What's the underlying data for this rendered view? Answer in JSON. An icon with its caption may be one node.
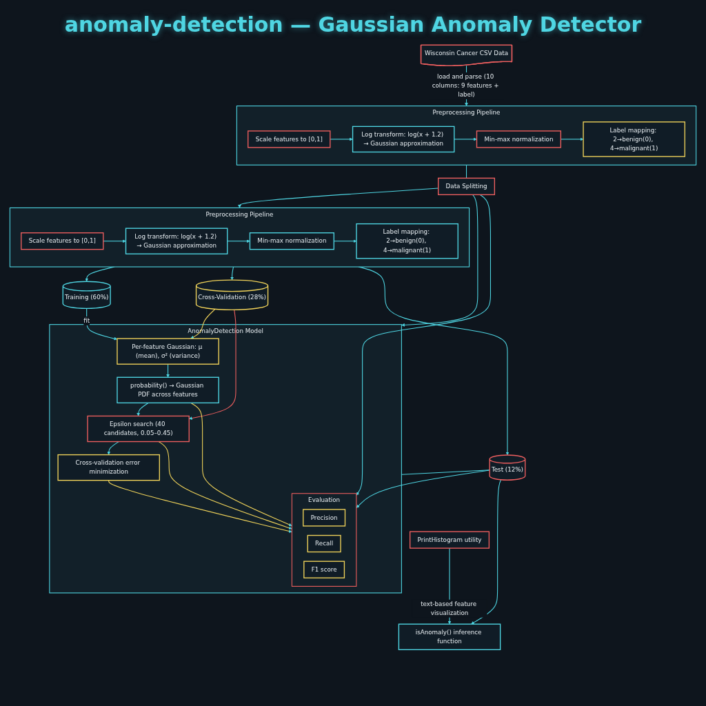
{
  "diagram": {
    "title": "anomaly-detection — Gaussian Anomaly Detector",
    "nodes": [
      {
        "text": [
          "Wisconsin Cancer CSV Data"
        ]
      },
      {
        "text": [
          "Preprocessing Pipeline"
        ]
      },
      {
        "text": [
          "Scale features to [0,1]"
        ],
        "in": 1
      },
      {
        "text": [
          "Log transform: log(x + 1.2) → Gaussian approximation"
        ],
        "in": 1
      },
      {
        "text": [
          "Min-max normalization"
        ],
        "in": 1
      },
      {
        "text": [
          "Label mapping: 2→benign(0), 4→malignant(1)"
        ],
        "in": 1
      },
      {
        "text": [
          "Data Splitting"
        ]
      },
      {
        "text": [
          "Preprocessing Pipeline"
        ]
      },
      {
        "text": [
          "Scale features to [0,1]"
        ],
        "in": 7
      },
      {
        "text": [
          "Log transform: log(x + 1.2) → Gaussian approximation"
        ],
        "in": 7
      },
      {
        "text": [
          "Min-max normalization"
        ],
        "in": 7
      },
      {
        "text": [
          "Label mapping: 2→benign(0), 4→malignant(1)"
        ],
        "in": 7
      },
      {
        "text": [
          "Training (60%)"
        ]
      },
      {
        "text": [
          "Cross-Validation (28%)"
        ]
      },
      {
        "text": [
          "Test (12%)"
        ]
      },
      {
        "text": [
          "AnomalyDetection Model"
        ]
      },
      {
        "text": [
          "Per-feature Gaussian: μ (mean), σ² (variance)"
        ],
        "in": 15
      },
      {
        "text": [
          "probability() → Gaussian PDF across features"
        ],
        "in": 15
      },
      {
        "text": [
          "Epsilon search (40 candidates, 0.05–0.45)"
        ],
        "in": 15
      },
      {
        "text": [
          "Cross-validation error minimization"
        ],
        "in": 15
      },
      {
        "text": [
          "Evaluation"
        ],
        "in": 15
      },
      {
        "text": [
          "Precision"
        ],
        "in": 20
      },
      {
        "text": [
          "Recall"
        ],
        "in": 20
      },
      {
        "text": [
          "F1 score"
        ],
        "in": 20
      },
      {
        "text": [
          "PrintHistogram utility"
        ]
      },
      {
        "text": [
          "isAnomaly() inference function"
        ]
      }
    ],
    "edges": [
      {
        "from": 0,
        "to": 1,
        "arrow": "to",
        "label": "load and parse (10 columns: 9 features + label)"
      },
      {
        "from": 2,
        "to": 3,
        "arrow": "to"
      },
      {
        "from": 3,
        "to": 4,
        "arrow": "to"
      },
      {
        "from": 4,
        "to": 5,
        "arrow": "to"
      },
      {
        "from": 1,
        "to": 6,
        "arrow": "none"
      },
      {
        "from": 6,
        "to": 7,
        "arrow": "to"
      },
      {
        "from": 6,
        "to": 15,
        "arrow": "to"
      },
      {
        "from": 6,
        "to": 20,
        "arrow": "to"
      },
      {
        "from": 8,
        "to": 9,
        "arrow": "to"
      },
      {
        "from": 9,
        "to": 10,
        "arrow": "to"
      },
      {
        "from": 10,
        "to": 11,
        "arrow": "to"
      },
      {
        "from": 7,
        "to": 12,
        "arrow": "to"
      },
      {
        "from": 7,
        "to": 13,
        "arrow": "to"
      },
      {
        "from": 7,
        "to": 14,
        "arrow": "to"
      },
      {
        "from": 12,
        "to": 16,
        "arrow": "to",
        "label": "fit"
      },
      {
        "from": 13,
        "to": 16,
        "arrow": "to",
        "color": "#f0d35a"
      },
      {
        "from": 13,
        "to": 18,
        "arrow": "to",
        "color": "#ef5f5f"
      },
      {
        "from": 14,
        "to": 15,
        "arrow": "none"
      },
      {
        "from": 14,
        "to": 20,
        "arrow": "to"
      },
      {
        "from": 14,
        "to": 25,
        "arrow": "to"
      },
      {
        "from": 16,
        "to": 17,
        "arrow": "to"
      },
      {
        "from": 17,
        "to": 18,
        "arrow": "to"
      },
      {
        "from": 18,
        "to": 19,
        "arrow": "to"
      },
      {
        "from": 17,
        "to": 20,
        "arrow": "to",
        "color": "#f0d35a"
      },
      {
        "from": 18,
        "to": 20,
        "arrow": "to",
        "color": "#f0d35a"
      },
      {
        "from": 19,
        "to": 20,
        "arrow": "to",
        "color": "#f0d35a"
      },
      {
        "from": 24,
        "to": 25,
        "arrow": "to",
        "label": "text-based feature visualization"
      }
    ]
  }
}
